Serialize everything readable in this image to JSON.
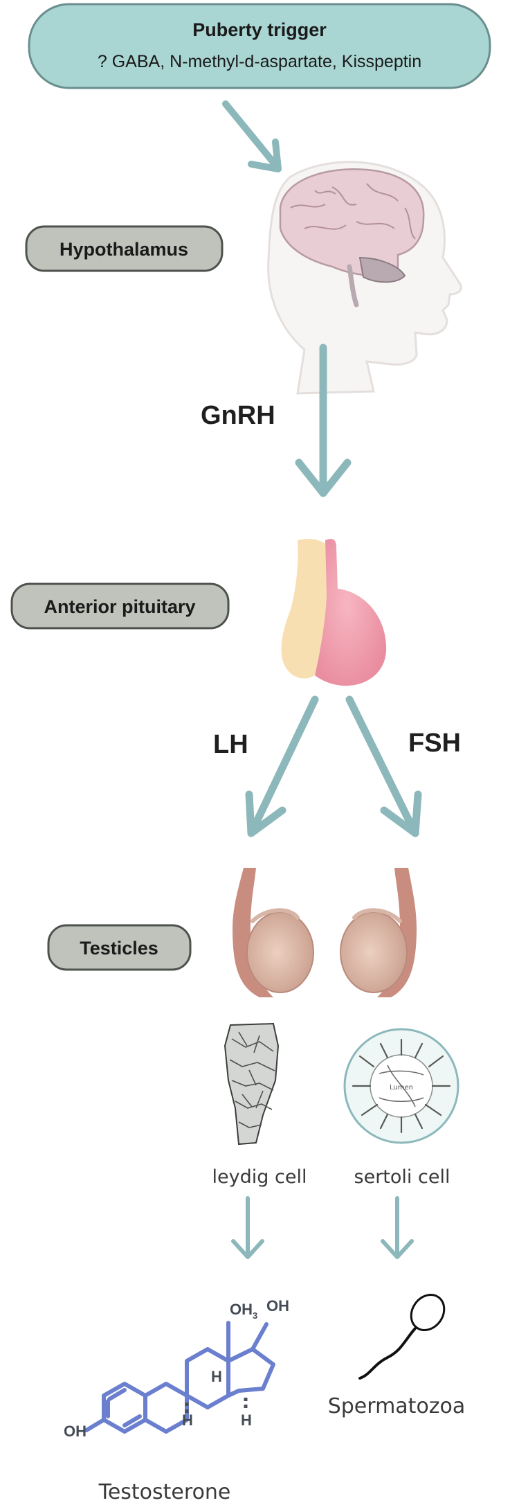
{
  "trigger": {
    "title": "Puberty trigger",
    "subtitle": "? GABA, N-methyl-d-aspartate, Kisspeptin"
  },
  "stages": {
    "hypothalamus": "Hypothalamus",
    "pituitary": "Anterior pituitary",
    "testicles": "Testicles"
  },
  "hormones": {
    "gnrh": "GnRH",
    "lh": "LH",
    "fsh": "FSH"
  },
  "cells": {
    "leydig": "leydig cell",
    "sertoli": "sertoli cell",
    "lumen": "Lumen"
  },
  "products": {
    "testosterone": "Testosterone",
    "spermatozoa": "Spermatozoa"
  },
  "molecule": {
    "oh_left": "OH",
    "oh_top": "OH",
    "oh3": "OH",
    "oh3_sub": "3",
    "h1": "H",
    "h2": "H",
    "h3": "H"
  },
  "colors": {
    "arrow": "#8cb8bb",
    "trigger_fill": "#a9d5d3",
    "label_fill": "#bfc3bb",
    "molecule": "#6b7fcf",
    "pituitary_pink": "#f2a6b3",
    "pituitary_cream": "#f8dfb2",
    "testis": "#c98d80"
  }
}
